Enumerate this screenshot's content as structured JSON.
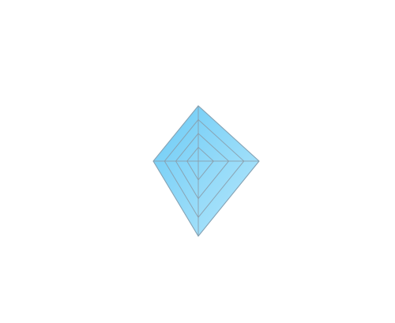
{
  "chart_data": {
    "type": "radar",
    "categories": [
      "",
      "",
      "",
      ""
    ],
    "series": [
      {
        "values": [
          100,
          100,
          100,
          100
        ]
      }
    ],
    "rlim": [
      0,
      100
    ],
    "grid_levels": [
      25,
      50,
      75,
      100
    ],
    "fill_top_color": "#64c8f5",
    "fill_bottom_color": "#b2e6fb",
    "grid_color": "#8a9ba8",
    "line_color": "#7fc2e3"
  }
}
